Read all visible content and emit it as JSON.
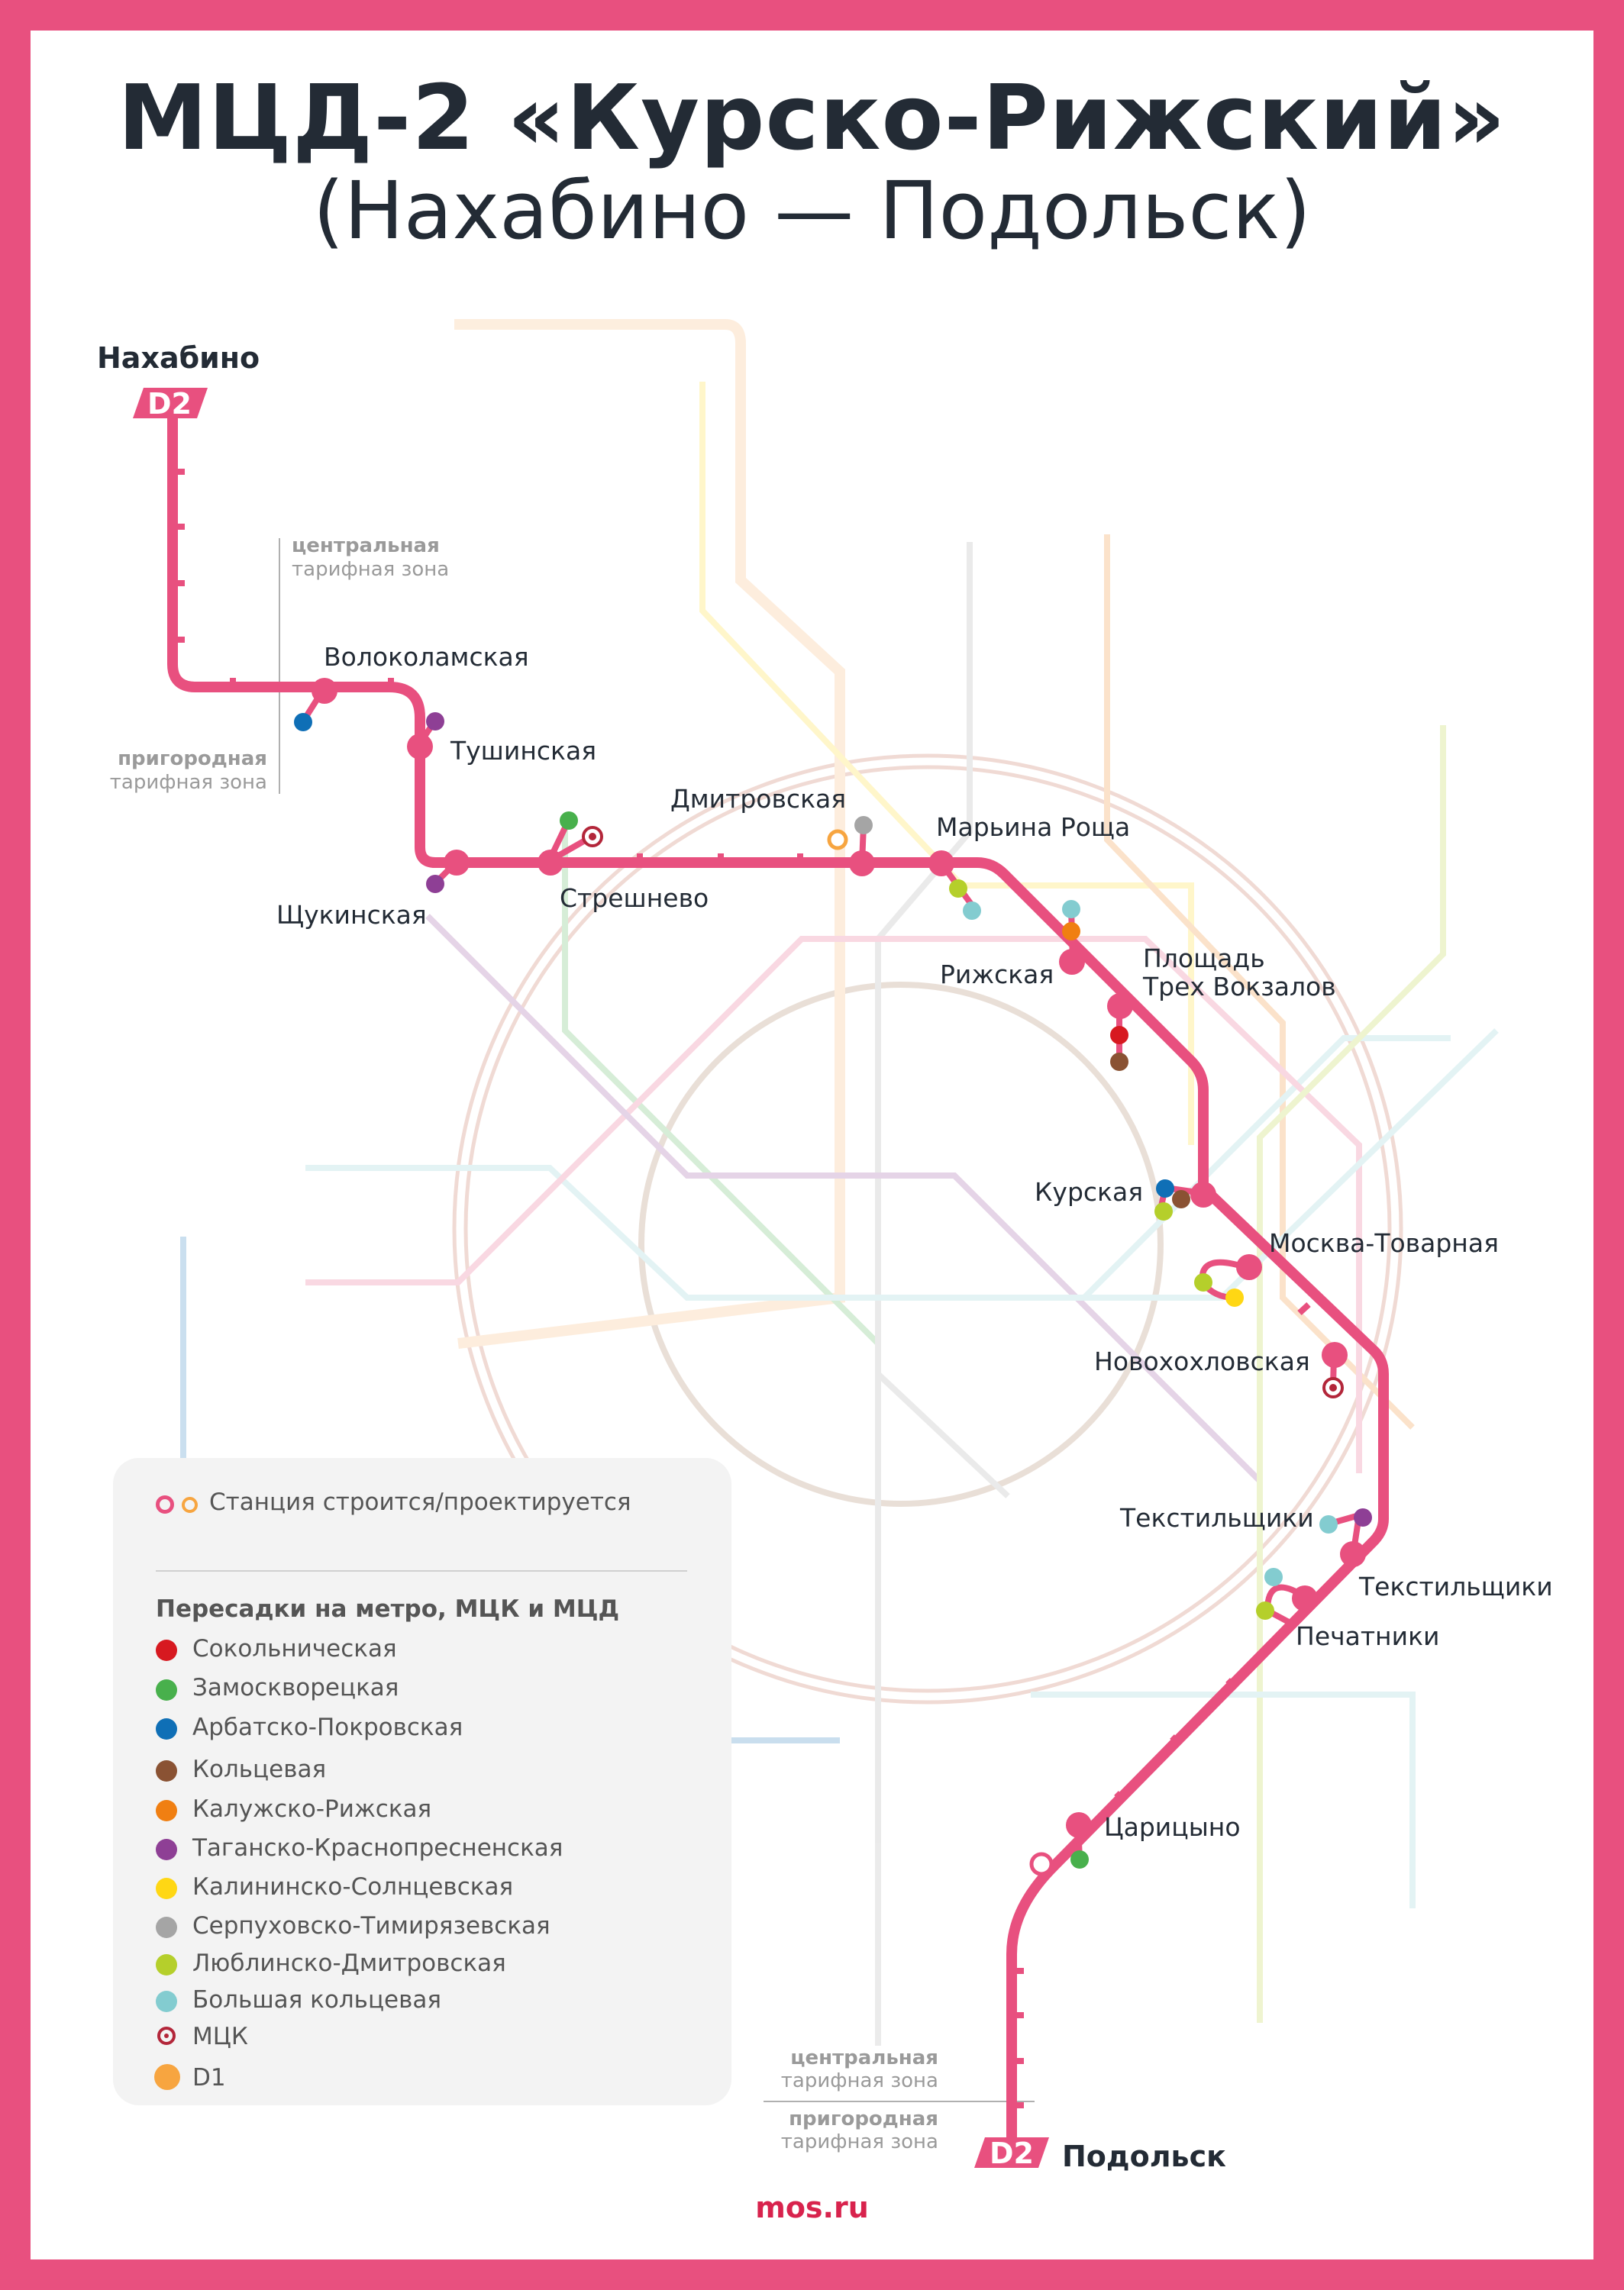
{
  "title": "МЦД-2 «Курско-Рижский»",
  "subtitle": "(Нахабино — Подольск)",
  "line_badge": "D2",
  "colors": {
    "frame": "#e8507f",
    "line": "#e8507f",
    "sokolnicheskaya": "#d71920",
    "zamoskvoretskaya": "#48b04c",
    "arbatsko_pokrovskaya": "#0f6fb6",
    "koltsevaya": "#8a5233",
    "kaluzhsko_rizhskaya": "#f07f12",
    "tagansko_krasnopresnenskaya": "#8e3f95",
    "kalininsko_solntsevskaya": "#ffd714",
    "serpukhovsko_timiryazevskaya": "#a5a5a5",
    "lyublinsko_dmitrovskaya": "#b5cf2b",
    "bolshaya_koltsevaya": "#83ccd0",
    "mck": "#b3263a",
    "d1": "#f7a540"
  },
  "terminals": {
    "north": "Нахабино",
    "south": "Подольск"
  },
  "stations": {
    "volokolamskaya": "Волоколамская",
    "tushinskaya": "Тушинская",
    "shchukinskaya": "Щукинская",
    "streshnevo": "Стрешнево",
    "dmitrovskaya": "Дмитровская",
    "maryina_roshcha": "Марьина Роща",
    "rizhskaya": "Рижская",
    "ploshchad_line1": "Площадь",
    "ploshchad_line2": "Трех Вокзалов",
    "kurskaya": "Курская",
    "moskva_tovarnaya": "Москва-Товарная",
    "novokhokhlovskaya": "Новохохловская",
    "tekstilshchiki_label_left": "Текстильщики",
    "tekstilshchiki": "Текстильщики",
    "pechatniki": "Печатники",
    "tsaritsyno": "Царицыно"
  },
  "zones": {
    "top_central_bold": "центральная",
    "top_central": "тарифная зона",
    "top_suburban_bold": "пригородная",
    "top_suburban": "тарифная зона",
    "bottom_central_bold": "центральная",
    "bottom_central": "тарифная зона",
    "bottom_suburban_bold": "пригородная",
    "bottom_suburban": "тарифная зона"
  },
  "legend": {
    "construction": "Станция строится/проектируется",
    "header": "Пересадки на метро, МЦК и МЦД",
    "items": [
      "Сокольническая",
      "Замоскворецкая",
      "Арбатско-Покровская",
      "Кольцевая",
      "Калужско-Рижская",
      "Таганско-Краснопресненская",
      "Калининско-Солнцевская",
      "Серпуховско-Тимирязевская",
      "Люблинско-Дмитровская",
      "Большая кольцевая",
      "МЦК",
      "D1"
    ]
  },
  "footer": "mos.ru"
}
